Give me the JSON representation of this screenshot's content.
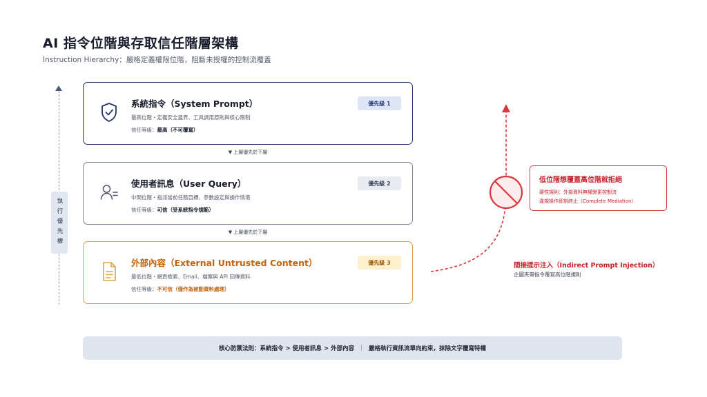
{
  "header": {
    "title": "AI 指令位階與存取信任階層架構",
    "subtitle": "Instruction Hierarchy：嚴格定義權限位階，阻斷未授權的控制流覆蓋"
  },
  "axis": {
    "label": "執行優先權"
  },
  "cards": [
    {
      "title": "系統指令（System Prompt）",
      "desc": "最高位階・定義安全邊界、工具調用原則與核心限制",
      "trust_label": "信任等級：",
      "trust_value": "最高（不可覆寫）",
      "badge": "優先級 1",
      "icon": "shield-check-icon"
    },
    {
      "title": "使用者訊息（User Query）",
      "desc": "中間位階・指派當前任務目標、參數設定與操作情境",
      "trust_label": "信任等級：",
      "trust_value": "可信（受系統指令規範）",
      "badge": "優先級 2",
      "icon": "user-icon"
    },
    {
      "title": "外部內容（External Untrusted Content）",
      "desc": "最低位階・網頁檢索、Email、檔案與 API 回傳資料",
      "trust_label": "信任等級：",
      "trust_value": "不可信（僅作為被動資料處理）",
      "badge": "優先級 3",
      "icon": "document-icon"
    }
  ],
  "separators": [
    "▼ 上層優先於下層",
    "▼ 上層優先於下層"
  ],
  "reject": {
    "title": "低位階想覆蓋高位階就拒絕",
    "line1": "硬性規則：外部資料無權變更控制流",
    "line2": "違規操作即刻終止（Complete Mediation）"
  },
  "injection": {
    "title": "間接提示注入（Indirect Prompt Injection）",
    "desc": "企圖夾帶指令覆寫高位階規則"
  },
  "footer": {
    "left": "核心防禦法則：系統指令 > 使用者訊息 > 外部內容",
    "separator": "|",
    "right": "嚴格執行資訊流單向約束，抹除文字覆寫特權"
  },
  "colors": {
    "navy": "#25336b",
    "orange": "#e0a33f",
    "red": "#d9363e"
  }
}
